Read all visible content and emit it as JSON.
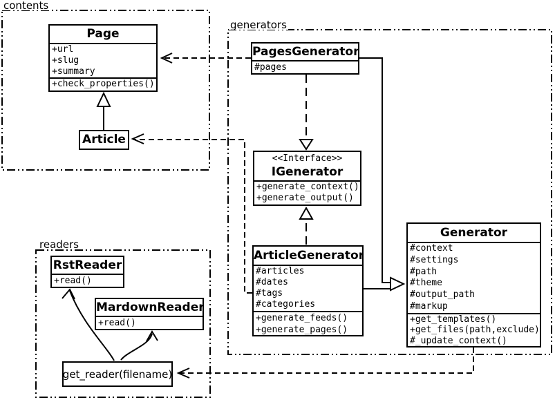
{
  "packages": {
    "contents": {
      "label": "contents"
    },
    "generators": {
      "label": "generators"
    },
    "readers": {
      "label": "readers"
    }
  },
  "classes": {
    "page": {
      "name": "Page",
      "attributes": [
        "+url",
        "+slug",
        "+summary"
      ],
      "methods": [
        "+check_properties()"
      ]
    },
    "article": {
      "name": "Article"
    },
    "pages_generator": {
      "name": "PagesGenerator",
      "attributes": [
        "#pages"
      ]
    },
    "igenerator": {
      "stereotype": "<<Interface>>",
      "name": "IGenerator",
      "methods": [
        "+generate_context()",
        "+generate_output()"
      ]
    },
    "article_generator": {
      "name": "ArticleGenerator",
      "attributes": [
        "#articles",
        "#dates",
        "#tags",
        "#categories"
      ],
      "methods": [
        "+generate_feeds()",
        "+generate_pages()"
      ]
    },
    "generator": {
      "name": "Generator",
      "attributes": [
        "#context",
        "#settings",
        "#path",
        "#theme",
        "#output_path",
        "#markup"
      ],
      "methods": [
        "+get_templates()",
        "+get_files(path,exclude)",
        "#_update_context()"
      ]
    },
    "rst_reader": {
      "name": "RstReader",
      "methods": [
        "+read()"
      ]
    },
    "markdown_reader": {
      "name": "MardownReader",
      "methods": [
        "+read()"
      ]
    },
    "get_reader": {
      "name": "get_reader(filename)"
    }
  },
  "relations": [
    {
      "from": "PagesGenerator",
      "to": "Page",
      "type": "dependency-dashed"
    },
    {
      "from": "ArticleGenerator",
      "to": "Article",
      "type": "dependency-dashed"
    },
    {
      "from": "PagesGenerator",
      "to": "IGenerator",
      "type": "realization-dashed-triangle"
    },
    {
      "from": "ArticleGenerator",
      "to": "IGenerator",
      "type": "realization-dashed-triangle"
    },
    {
      "from": "Article",
      "to": "Page",
      "type": "inheritance-triangle"
    },
    {
      "from": "PagesGenerator",
      "to": "Generator",
      "type": "inheritance-triangle"
    },
    {
      "from": "ArticleGenerator",
      "to": "Generator",
      "type": "inheritance-triangle"
    },
    {
      "from": "Generator",
      "to": "get_reader(filename)",
      "type": "dependency-dashed"
    },
    {
      "from": "get_reader(filename)",
      "to": "RstReader",
      "type": "curved-arrow"
    },
    {
      "from": "get_reader(filename)",
      "to": "MardownReader",
      "type": "curved-arrow"
    }
  ],
  "colors": {
    "ink": "#000000",
    "paper": "#ffffff"
  }
}
